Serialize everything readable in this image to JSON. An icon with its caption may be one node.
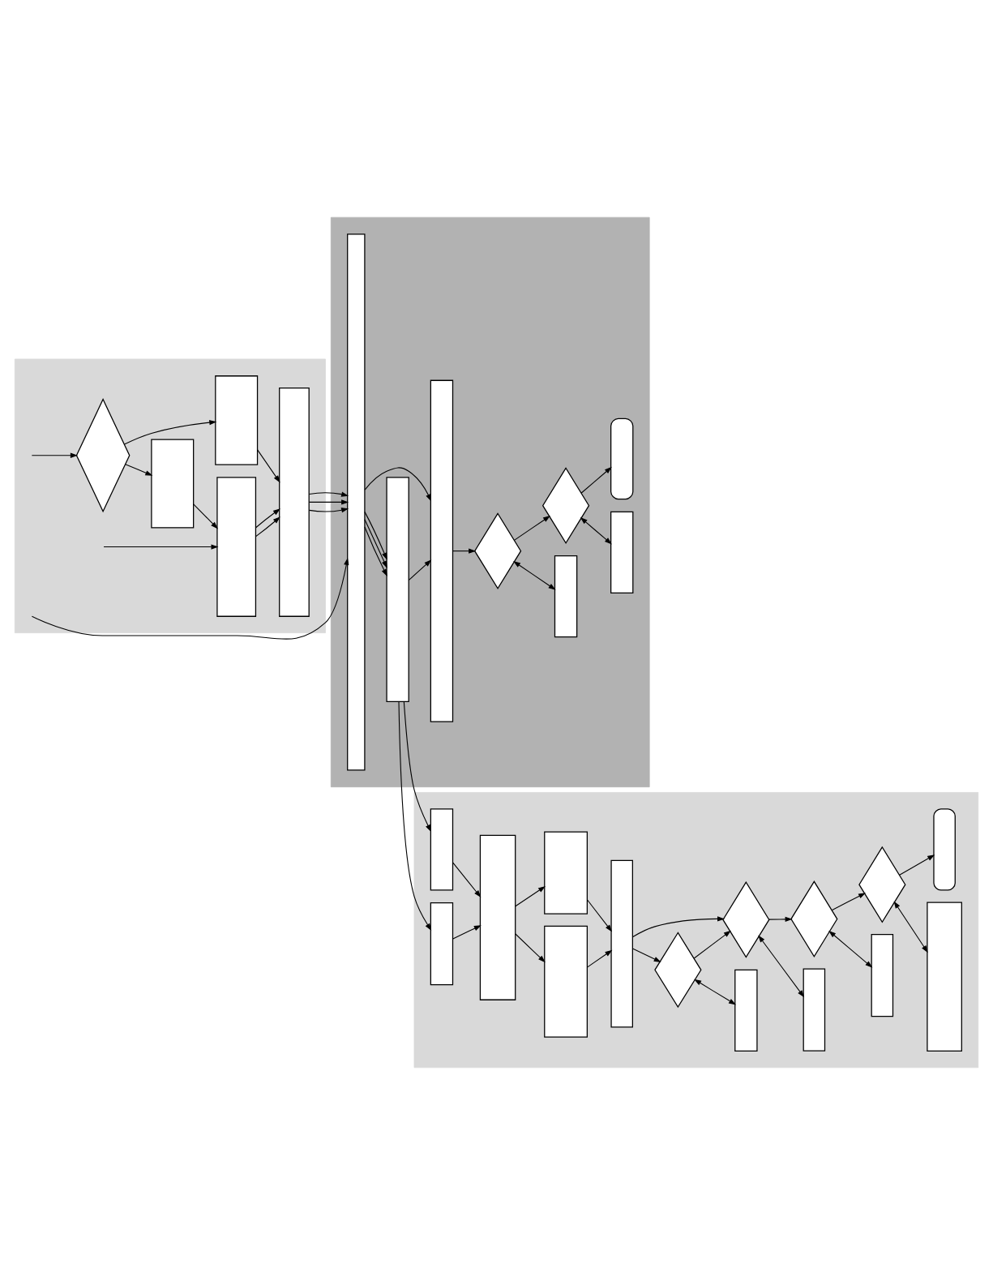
{
  "diagram": {
    "nodes": [
      {
        "text": [],
        "shape": "band"
      },
      {
        "text": [],
        "shape": "diamond",
        "in": 0
      },
      {
        "text": [],
        "shape": "box",
        "in": 0
      },
      {
        "text": [],
        "shape": "box",
        "in": 0
      },
      {
        "text": [],
        "shape": "box",
        "in": 0
      },
      {
        "text": [],
        "shape": "box",
        "in": 0
      },
      {
        "text": [],
        "shape": "band"
      },
      {
        "text": [],
        "shape": "box",
        "in": 6
      },
      {
        "text": [],
        "shape": "box",
        "in": 6
      },
      {
        "text": [],
        "shape": "box",
        "in": 6
      },
      {
        "text": [],
        "shape": "diamond",
        "in": 6
      },
      {
        "text": [],
        "shape": "box",
        "in": 6
      },
      {
        "text": [],
        "shape": "diamond",
        "in": 6
      },
      {
        "text": [],
        "shape": "box",
        "in": 6
      },
      {
        "text": [],
        "shape": "pill",
        "in": 6
      },
      {
        "text": [],
        "shape": "band"
      },
      {
        "text": [],
        "shape": "box",
        "in": 15
      },
      {
        "text": [],
        "shape": "box",
        "in": 15
      },
      {
        "text": [],
        "shape": "box",
        "in": 15
      },
      {
        "text": [],
        "shape": "box",
        "in": 15
      },
      {
        "text": [],
        "shape": "box",
        "in": 15
      },
      {
        "text": [],
        "shape": "box",
        "in": 15
      },
      {
        "text": [],
        "shape": "diamond",
        "in": 15
      },
      {
        "text": [],
        "shape": "box",
        "in": 15
      },
      {
        "text": [],
        "shape": "diamond",
        "in": 15
      },
      {
        "text": [],
        "shape": "box",
        "in": 15
      },
      {
        "text": [],
        "shape": "diamond",
        "in": 15
      },
      {
        "text": [],
        "shape": "box",
        "in": 15
      },
      {
        "text": [],
        "shape": "diamond",
        "in": 15
      },
      {
        "text": [],
        "shape": "box",
        "in": 15
      },
      {
        "text": [],
        "shape": "pill",
        "in": 15
      }
    ],
    "edges": [
      {
        "from": null,
        "to": 1,
        "arrow": "to"
      },
      {
        "from": 1,
        "to": 2,
        "arrow": "to"
      },
      {
        "from": 1,
        "to": 3,
        "arrow": "to"
      },
      {
        "from": 2,
        "to": 5,
        "arrow": "to"
      },
      {
        "from": 5,
        "to": 7,
        "arrow": "to"
      },
      {
        "from": 7,
        "to": 8,
        "arrow": "to"
      },
      {
        "from": 8,
        "to": 16,
        "arrow": "to"
      },
      {
        "from": 3,
        "to": 4,
        "arrow": "to"
      },
      {
        "from": 4,
        "to": 5,
        "arrow": "to"
      },
      {
        "from": 5,
        "to": 7,
        "arrow": "to"
      },
      {
        "from": 7,
        "to": 8,
        "arrow": "to"
      },
      {
        "from": 8,
        "to": 17,
        "arrow": "to"
      },
      {
        "from": null,
        "to": 4,
        "arrow": "to"
      },
      {
        "from": 4,
        "to": 5,
        "arrow": "to"
      },
      {
        "from": 5,
        "to": 7,
        "arrow": "to"
      },
      {
        "from": 7,
        "to": 8,
        "arrow": "to"
      },
      {
        "from": 8,
        "to": 9,
        "arrow": "to"
      },
      {
        "from": null,
        "to": 7,
        "arrow": "to"
      },
      {
        "from": 7,
        "to": 9,
        "arrow": "to"
      },
      {
        "from": 16,
        "to": 18,
        "arrow": "to"
      },
      {
        "from": 18,
        "to": 19,
        "arrow": "to"
      },
      {
        "from": 19,
        "to": 21,
        "arrow": "to"
      },
      {
        "from": 21,
        "to": 22,
        "arrow": "to"
      },
      {
        "from": 17,
        "to": 18,
        "arrow": "to"
      },
      {
        "from": 18,
        "to": 20,
        "arrow": "to"
      },
      {
        "from": 20,
        "to": 21,
        "arrow": "to"
      },
      {
        "from": 21,
        "to": 24,
        "arrow": "to"
      },
      {
        "from": 22,
        "to": 23,
        "arrow": "both"
      },
      {
        "from": 22,
        "to": 24,
        "arrow": "to"
      },
      {
        "from": 24,
        "to": 25,
        "arrow": "both"
      },
      {
        "from": 24,
        "to": 26,
        "arrow": "to"
      },
      {
        "from": 26,
        "to": 27,
        "arrow": "both"
      },
      {
        "from": 26,
        "to": 28,
        "arrow": "to"
      },
      {
        "from": 28,
        "to": 29,
        "arrow": "both"
      },
      {
        "from": 28,
        "to": 30,
        "arrow": "to"
      },
      {
        "from": 9,
        "to": 10,
        "arrow": "to"
      },
      {
        "from": 10,
        "to": 11,
        "arrow": "both"
      },
      {
        "from": 10,
        "to": 12,
        "arrow": "to"
      },
      {
        "from": 12,
        "to": 13,
        "arrow": "both"
      },
      {
        "from": 12,
        "to": 14,
        "arrow": "to"
      }
    ]
  }
}
